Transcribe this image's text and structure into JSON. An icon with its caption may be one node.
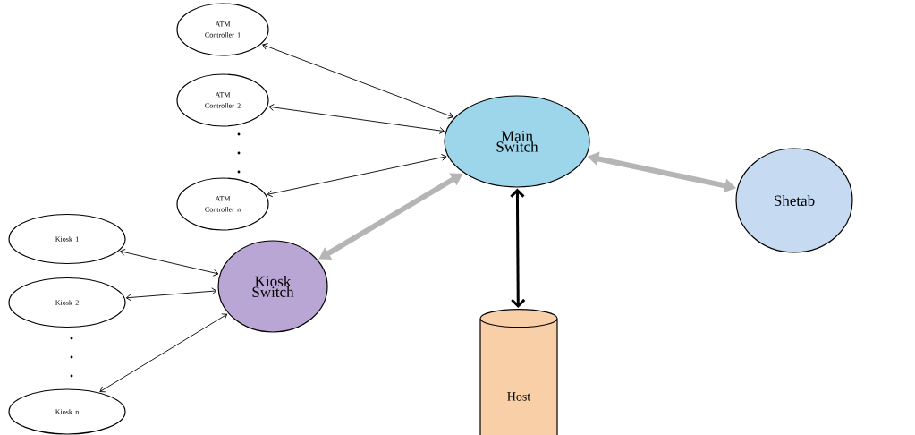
{
  "diagram": {
    "nodes": [
      {
        "text": [
          "ATM Controller 1"
        ]
      },
      {
        "text": [
          "ATM Controller 2"
        ]
      },
      {
        "text": [
          "Main Switch"
        ]
      },
      {
        "text": [
          "ATM Controller n"
        ]
      },
      {
        "text": [
          "Shetab"
        ]
      },
      {
        "text": [
          "Kiosk 1"
        ]
      },
      {
        "text": [
          "Kiosk Switch"
        ]
      },
      {
        "text": [
          "Kiosk 2"
        ]
      },
      {
        "text": [
          "Host"
        ]
      },
      {
        "text": [
          "Kiosk n"
        ]
      }
    ],
    "edges": [
      {
        "from": 2,
        "to": 0,
        "arrow": "both"
      },
      {
        "from": 2,
        "to": 1,
        "arrow": "both"
      },
      {
        "from": 2,
        "to": 3,
        "arrow": "both"
      },
      {
        "from": 6,
        "to": 2,
        "arrow": "both",
        "style": "thick",
        "color": "#b5b5b5"
      },
      {
        "from": 2,
        "to": 4,
        "arrow": "both",
        "style": "thick",
        "color": "#b5b5b5"
      },
      {
        "from": 2,
        "to": 8,
        "arrow": "both",
        "style": "thick"
      },
      {
        "from": 6,
        "to": 5,
        "arrow": "both"
      },
      {
        "from": 6,
        "to": 7,
        "arrow": "both"
      },
      {
        "from": 6,
        "to": 9,
        "arrow": "both"
      }
    ]
  }
}
